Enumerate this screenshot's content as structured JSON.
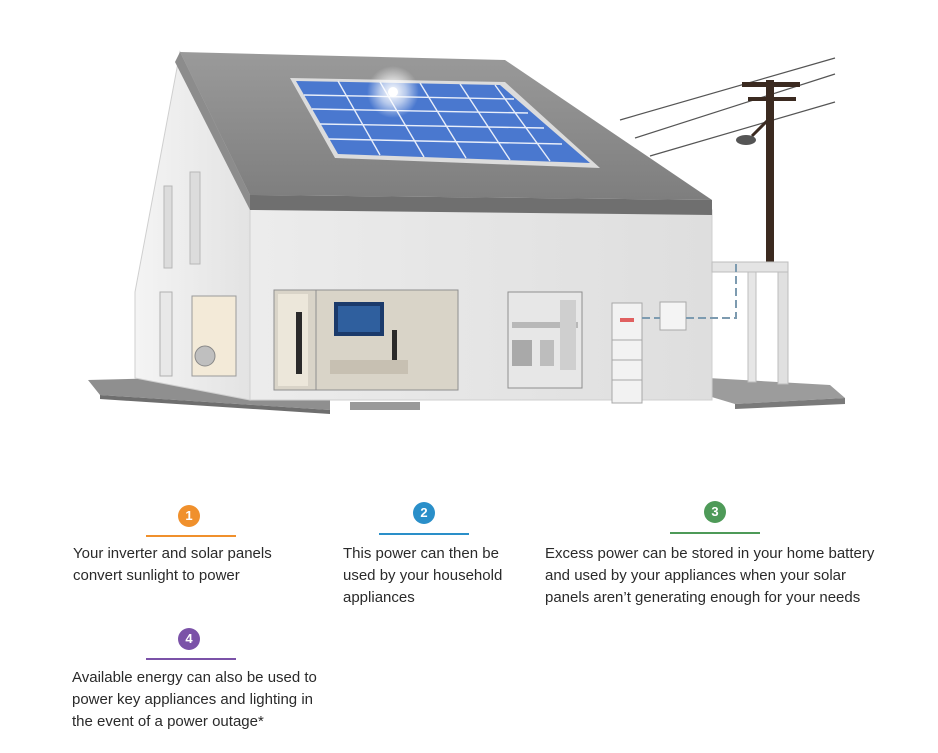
{
  "steps": [
    {
      "number": "1",
      "color": "#f0902c",
      "text": "Your inverter and solar panels convert sunlight to power"
    },
    {
      "number": "2",
      "color": "#2a8fc9",
      "text": "This power can then be used by your household appliances"
    },
    {
      "number": "3",
      "color": "#4e9a58",
      "text": "Excess power can be stored in your home battery and used by your appliances when your solar panels aren’t generating enough for your needs"
    },
    {
      "number": "4",
      "color": "#7b52a8",
      "text": "Available energy can also be used to power key appliances and lighting in the event of a power outage*"
    }
  ]
}
